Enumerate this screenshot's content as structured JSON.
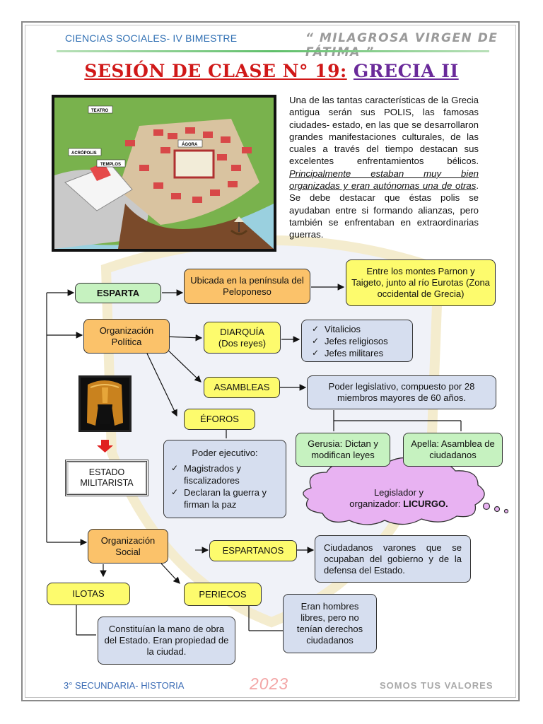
{
  "header": {
    "left": "CIENCIAS SOCIALES- IV BIMESTRE",
    "right": "“ MILAGROSA VIRGEN DE FÁTIMA ”"
  },
  "title": {
    "part1": "SESIÓN DE CLASE N° 19:",
    "part2": "GRECIA II"
  },
  "illustration": {
    "labels": [
      "TEATRO",
      "ÁGORA",
      "ACRÓPOLIS",
      "TEMPLOS"
    ]
  },
  "intro": {
    "text_a": "Una de las tantas características de la Grecia antigua serán sus POLIS, las famosas ciudades- estado, en las que se desarrollaron grandes manifestaciones culturales, de las cuales a través del tiempo destacan sus excelentes enfrentamientos bélicos.",
    "text_b": "Principalmente estaban muy bien organizadas y eran autónomas una de otras",
    "text_c": ". Se debe destacar que éstas polis se ayudaban entre si formando alianzas, pero también se enfrentaban en extraordinarias guerras."
  },
  "map": {
    "esparta": "ESPARTA",
    "ubicada": "Ubicada en la península del Peloponeso",
    "montes": "Entre los montes Parnon y Taigeto, junto al río Eurotas (Zona occidental de Grecia)",
    "org_politica": "Organización Política",
    "diarquia_1": "DIARQUÍA",
    "diarquia_2": "(Dos reyes)",
    "diarquia_items": [
      "Vitalicios",
      "Jefes religiosos",
      "Jefes militares"
    ],
    "asambleas": "ASAMBLEAS",
    "poder_legislativo": "Poder legislativo, compuesto por 28 miembros mayores de 60 años.",
    "gerusia": "Gerusia: Dictan y modifican leyes",
    "apella": "Apella: Asamblea de ciudadanos",
    "eforos": "ÉFOROS",
    "poder_ejecutivo": "Poder ejecutivo:",
    "ejecutivo_items": [
      "Magistrados y fiscalizadores",
      "Declaran la guerra y firman la paz"
    ],
    "estado_1": "ESTADO",
    "estado_2": "MILITARISTA",
    "legislador_1": "Legislador y",
    "legislador_2": "organizador:",
    "legislador_name": "LICURGO.",
    "org_social": "Organización Social",
    "espartanos": "ESPARTANOS",
    "espartanos_desc": "Ciudadanos varones que se ocupaban del gobierno y de la defensa del Estado.",
    "ilotas": "ILOTAS",
    "ilotas_desc": "Constituían la mano de obra del Estado. Eran propiedad de la ciudad.",
    "periecos": "PERIECOS",
    "periecos_desc": "Eran hombres libres, pero no tenían derechos ciudadanos"
  },
  "footer": {
    "left": "3° SECUNDARIA- HISTORIA",
    "year": "2023",
    "right": "SOMOS TUS VALORES"
  },
  "colors": {
    "title_red": "#d01818",
    "title_purple": "#6a2a9a",
    "green_box": "#c6f2c0",
    "orange_box": "#fbc26a",
    "yellow_box": "#fdfb6d",
    "blue_box": "#d6deef",
    "cloud": "#e8b2f2"
  }
}
